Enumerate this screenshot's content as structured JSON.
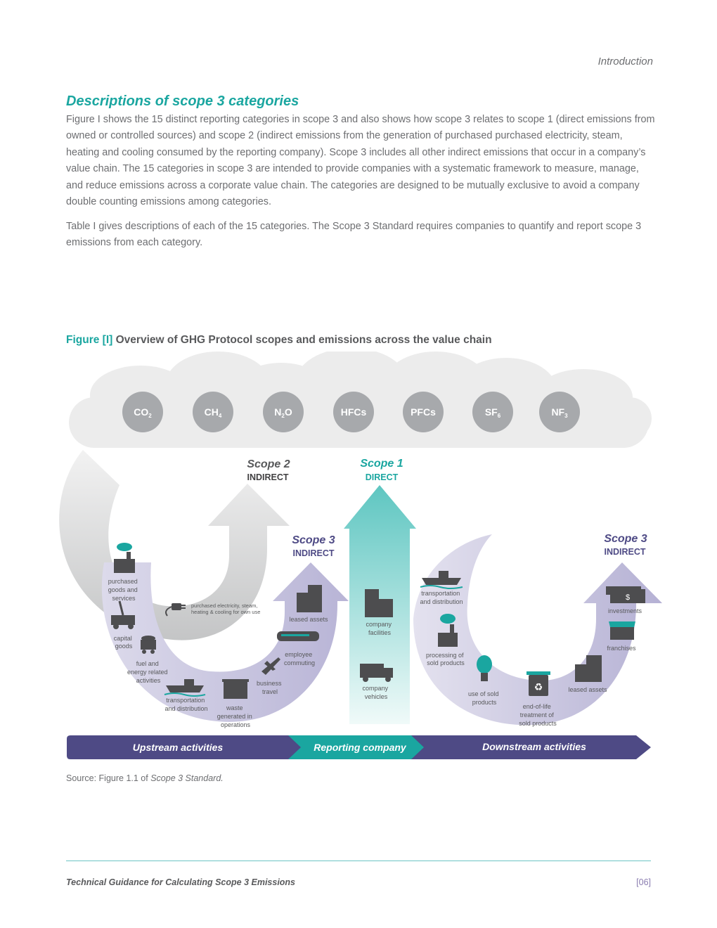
{
  "header": {
    "section": "Introduction"
  },
  "heading": "Descriptions of scope 3 categories",
  "paragraphs": [
    "Figure I shows the 15 distinct reporting categories in scope 3 and also shows how scope 3 relates to scope 1 (direct emissions from owned or controlled sources) and scope 2 (indirect emissions from the generation of purchased purchased electricity, steam, heating and cooling consumed by the reporting company). Scope 3 includes all other indirect emissions that occur in a company’s value chain. The 15 categories in scope 3 are intended to provide companies with a systematic framework to measure, manage, and reduce emissions across a corporate value chain. The categories are designed to be mutually exclusive to avoid a company double counting emissions among categories.",
    "Table I gives descriptions of each of the 15 categories. The Scope 3 Standard requires companies to quantify and report scope 3 emissions from each category."
  ],
  "figure": {
    "number": "Figure [I]",
    "title": "Overview of GHG Protocol scopes and emissions across the value chain",
    "gases": [
      {
        "base": "CO",
        "sub": "2"
      },
      {
        "base": "CH",
        "sub": "4"
      },
      {
        "base": "N",
        "sub": "2",
        "tail": "O"
      },
      {
        "base": "HFCs",
        "sub": ""
      },
      {
        "base": "PFCs",
        "sub": ""
      },
      {
        "base": "SF",
        "sub": "6"
      },
      {
        "base": "NF",
        "sub": "3"
      }
    ],
    "scopes": {
      "scope2": {
        "name": "Scope 2",
        "type": "INDIRECT"
      },
      "scope1": {
        "name": "Scope 1",
        "type": "DIRECT"
      },
      "scope3_up": {
        "name": "Scope 3",
        "type": "INDIRECT"
      },
      "scope3_down": {
        "name": "Scope 3",
        "type": "INDIRECT"
      }
    },
    "labels": {
      "purchased_goods": [
        "purchased",
        "goods and",
        "services"
      ],
      "purchased_electricity": [
        "purchased electricity, steam,",
        "heating & cooling for own use"
      ],
      "capital_goods": [
        "capital",
        "goods"
      ],
      "fuel_energy": [
        "fuel and",
        "energy related",
        "activities"
      ],
      "upstream_transport": [
        "transportation",
        "and distribution"
      ],
      "waste": [
        "waste",
        "generated in",
        "operations"
      ],
      "business_travel": [
        "business",
        "travel"
      ],
      "employee_commuting": [
        "employee",
        "commuting"
      ],
      "upstream_leased": [
        "leased assets"
      ],
      "company_facilities": [
        "company",
        "facilities"
      ],
      "company_vehicles": [
        "company",
        "vehicles"
      ],
      "downstream_transport": [
        "transportation",
        "and distribution"
      ],
      "processing": [
        "processing of",
        "sold products"
      ],
      "use_of_sold": [
        "use of sold",
        "products"
      ],
      "end_of_life": [
        "end-of-life",
        "treatment of",
        "sold products"
      ],
      "downstream_leased": [
        "leased assets"
      ],
      "franchises": [
        "franchises"
      ],
      "investments": [
        "investments"
      ]
    },
    "bar": {
      "upstream": "Upstream activities",
      "reporting": "Reporting company",
      "downstream": "Downstream activities"
    },
    "colors": {
      "teal": "#1aa6a0",
      "purple": "#4e4a85",
      "lavender": "#c9c6e0",
      "gray": "#c6c7c8",
      "cloud": "#ececec"
    }
  },
  "source": {
    "prefix": "Source: Figure 1.1 of ",
    "title": "Scope 3 Standard."
  },
  "footer": {
    "title": "Technical Guidance for Calculating Scope 3 Emissions",
    "page": "[06]"
  }
}
